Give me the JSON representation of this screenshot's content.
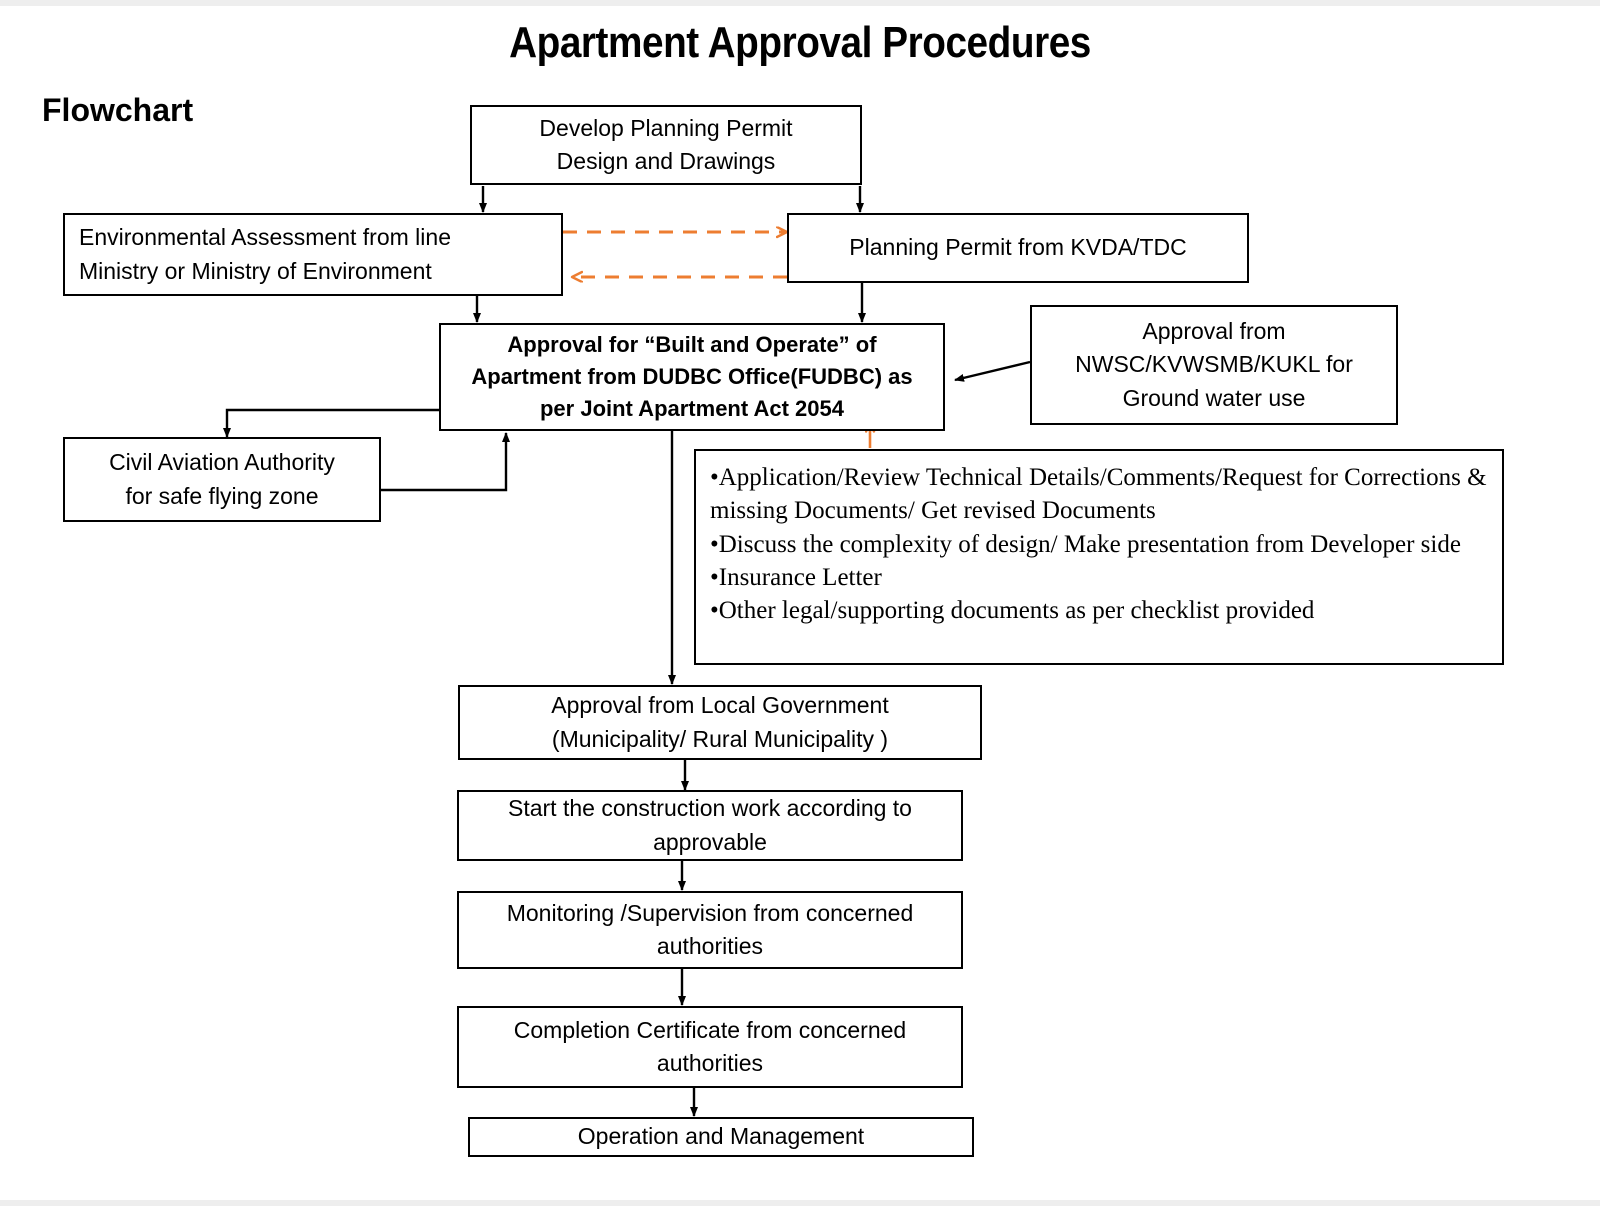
{
  "page": {
    "title": "Apartment Approval Procedures",
    "section_label": "Flowchart",
    "colors": {
      "ink": "#000000",
      "accent_orange": "#ED7D31",
      "background": "#FFFFFF"
    }
  },
  "nodes": {
    "develop_planning_permit": "Develop Planning Permit\nDesign and Drawings",
    "environmental_assessment": "Environmental Assessment from line\nMinistry or Ministry of Environment",
    "planning_permit": "Planning Permit from KVDA/TDC",
    "dudbc_approval": "Approval for “Built and Operate” of\nApartment from DUDBC Office(FUDBC) as\nper Joint Apartment Act 2054",
    "ground_water_approval": "Approval from\nNWSC/KVWSMB/KUKL for\nGround water use",
    "civil_aviation": "Civil Aviation Authority\nfor safe flying zone",
    "local_government": "Approval from Local Government\n(Municipality/ Rural Municipality )",
    "start_construction": "Start the construction work according to\napprovable",
    "monitoring": "Monitoring /Supervision from concerned\nauthorities",
    "completion_certificate": "Completion Certificate from concerned\nauthorities",
    "operation_management": "Operation and  Management"
  },
  "checklist": {
    "items": [
      "•Application/Review Technical Details/Comments/Request for Corrections & missing Documents/ Get revised Documents",
      "•Discuss the complexity of design/ Make presentation from Developer side",
      "•Insurance Letter",
      "•Other legal/supporting documents as per checklist provided"
    ]
  },
  "connectors": [
    {
      "name": "develop-to-environmental",
      "style": "solid-black"
    },
    {
      "name": "develop-to-planning-permit",
      "style": "solid-black"
    },
    {
      "name": "environmental-to-planning-permit",
      "style": "dashed-orange"
    },
    {
      "name": "planning-permit-to-environmental",
      "style": "dashed-orange"
    },
    {
      "name": "environmental-to-dudbc",
      "style": "solid-black"
    },
    {
      "name": "planning-permit-to-dudbc",
      "style": "solid-black"
    },
    {
      "name": "ground-water-to-dudbc",
      "style": "solid-black"
    },
    {
      "name": "dudbc-to-civil-aviation",
      "style": "solid-black"
    },
    {
      "name": "civil-aviation-to-dudbc",
      "style": "solid-black"
    },
    {
      "name": "checklist-to-dudbc",
      "style": "solid-orange"
    },
    {
      "name": "dudbc-to-local-government",
      "style": "solid-black"
    },
    {
      "name": "local-government-to-start-construction",
      "style": "solid-black"
    },
    {
      "name": "start-construction-to-monitoring",
      "style": "solid-black"
    },
    {
      "name": "monitoring-to-completion",
      "style": "solid-black"
    },
    {
      "name": "completion-to-operation",
      "style": "solid-black"
    }
  ]
}
